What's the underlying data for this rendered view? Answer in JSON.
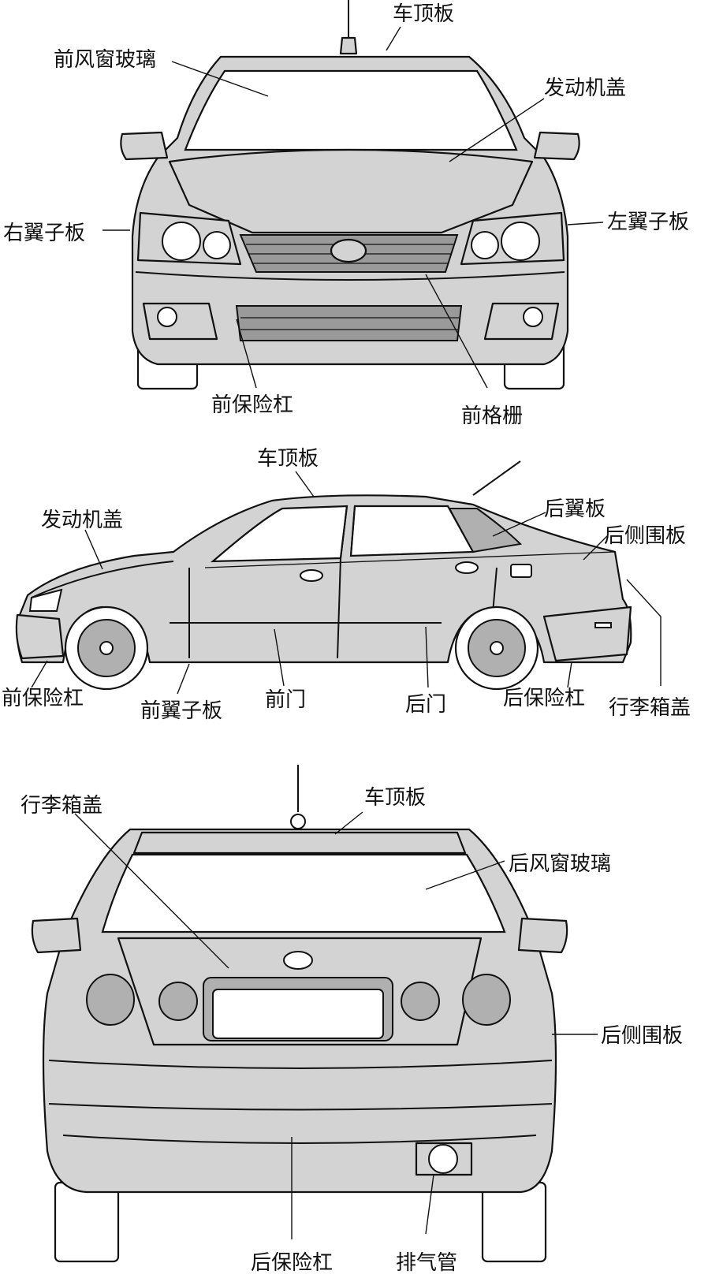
{
  "front_view": {
    "labels": {
      "roof_panel": "车顶板",
      "windshield": "前风窗玻璃",
      "hood": "发动机盖",
      "right_fender": "右翼子板",
      "left_fender": "左翼子板",
      "front_bumper": "前保险杠",
      "front_grille": "前格栅"
    }
  },
  "side_view": {
    "labels": {
      "roof_panel": "车顶板",
      "hood": "发动机盖",
      "rear_spoiler": "后翼板",
      "rear_quarter_panel": "后侧围板",
      "front_bumper": "前保险杠",
      "front_fender": "前翼子板",
      "front_door": "前门",
      "rear_door": "后门",
      "rear_bumper": "后保险杠",
      "trunk_lid": "行李箱盖"
    }
  },
  "rear_view": {
    "labels": {
      "trunk_lid": "行李箱盖",
      "roof_panel": "车顶板",
      "rear_window": "后风窗玻璃",
      "rear_quarter_panel": "后侧围板",
      "rear_bumper": "后保险杠",
      "exhaust_pipe": "排气管"
    }
  }
}
